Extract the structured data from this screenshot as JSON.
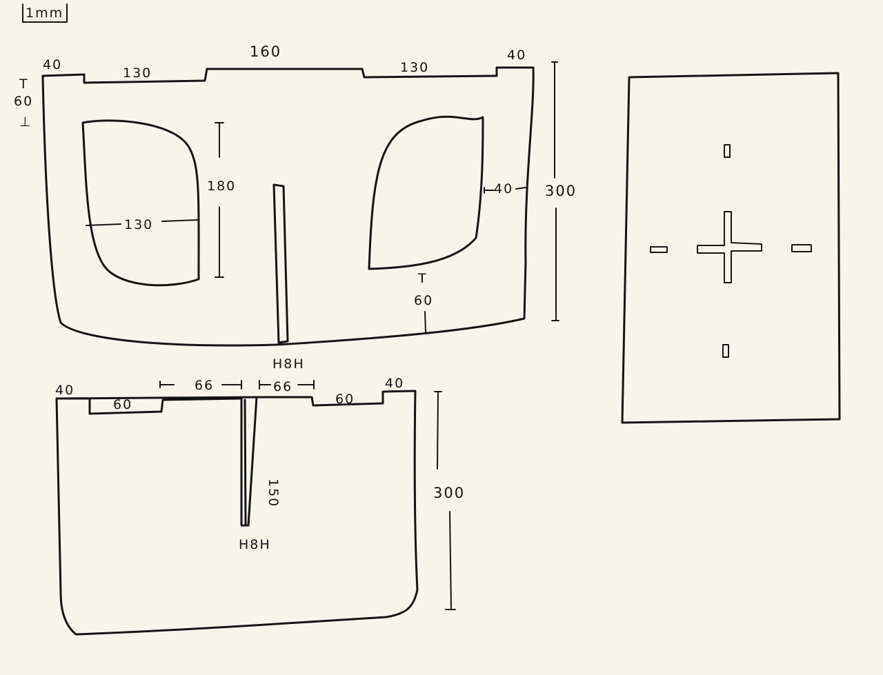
{
  "scale_box": "1mm",
  "panel_top": {
    "dims": {
      "tab_left": "40",
      "top_left": "130",
      "top_center": "160",
      "top_right": "130",
      "tab_right": "40",
      "tab_height_top": "T",
      "tab_height": "60",
      "tab_height_bottom": "⊥",
      "cutout_height": "180",
      "cutout_width": "130",
      "right_margin": "40",
      "height": "300",
      "bottom_margin_top": "T",
      "bottom_margin": "60",
      "slot_width": "H8H"
    }
  },
  "panel_bottom": {
    "dims": {
      "tab_left": "40",
      "left_edge": "60",
      "notch_left": "66",
      "notch_right": "66",
      "right_edge": "60",
      "tab_right": "40",
      "slot_depth": "150",
      "slot_width": "H8H",
      "height": "300"
    }
  },
  "panel_side": {
    "features": [
      "slot-top",
      "slot-left",
      "cross-slot",
      "slot-right",
      "slot-bottom"
    ]
  }
}
